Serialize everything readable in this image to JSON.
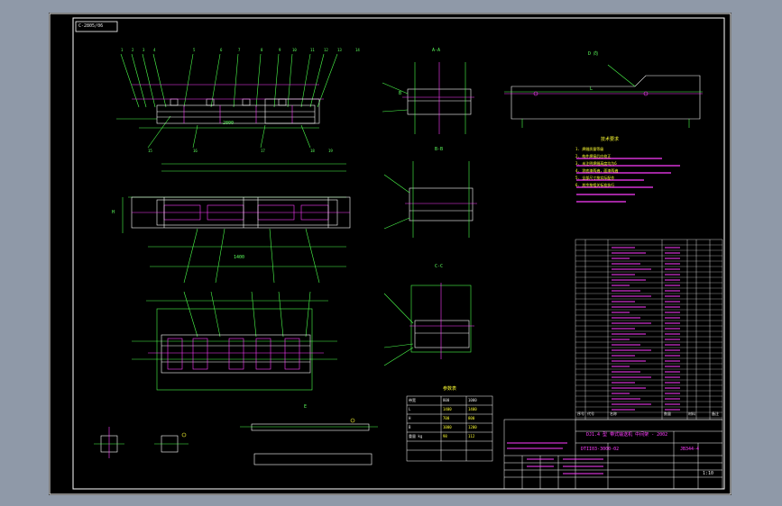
{
  "sheet": {
    "tag": "C-2805/06",
    "section_a": "A-A",
    "section_b": "B-B",
    "section_c": "C-C",
    "view_d": "D 向",
    "view_e": "E",
    "title_block": {
      "main_title": "DJ1.4 型 带式输送机 中间架 - 2002",
      "drawing_no": "DTII03-3000-02",
      "code": "JB344-4",
      "scale": "1:10"
    }
  },
  "colors": {
    "frame": "#ffffff",
    "outline": "#ffffff",
    "dimension": "#4cff4c",
    "highlight": "#ff3cff",
    "centerline": "#ff3cff",
    "accent": "#ffff33"
  },
  "balloons_top": [
    "1",
    "2",
    "3",
    "4",
    "5",
    "6",
    "7",
    "8",
    "9",
    "10",
    "11",
    "12",
    "13",
    "14",
    "15",
    "16",
    "17",
    "18",
    "19"
  ],
  "dimensions": [
    "1400",
    "2800",
    "L",
    "H",
    "B"
  ],
  "tech_notes_title": "技术要求",
  "tech_notes": [
    "1. 焊缝质量等级",
    "2. 构件焊接后应校正",
    "3. 未注明焊缝高度均为6",
    "4. 涂底漆两遍，面漆两遍",
    "5. 全部尺寸按实际配作",
    "6. 其余按相关标准执行"
  ],
  "param_table": {
    "title": "参数表",
    "headers": [
      "带宽",
      "800",
      "1000"
    ],
    "rows": [
      [
        "L",
        "1400",
        "1400"
      ],
      [
        "H",
        "700",
        "800"
      ],
      [
        "B",
        "1000",
        "1200"
      ],
      [
        "重量 kg",
        "98",
        "112"
      ]
    ]
  },
  "bom_header": [
    "序号",
    "代号",
    "名称",
    "数量",
    "材料",
    "备注"
  ]
}
